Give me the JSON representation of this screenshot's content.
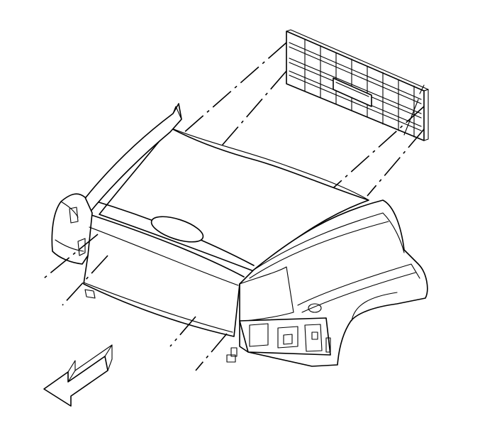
{
  "figure": {
    "subject": "front-end-sheet-metal-with-grille-exploded-view",
    "stroke_color": "#000000",
    "background_color": "#ffffff"
  },
  "parts": [
    {
      "id": "grille",
      "icon": "grille-panel"
    },
    {
      "id": "hood",
      "icon": "hood-panel"
    },
    {
      "id": "fender-left",
      "icon": "fender"
    },
    {
      "id": "fender-right",
      "icon": "fender"
    },
    {
      "id": "headlamp-opening",
      "icon": "headlamp-housing"
    },
    {
      "id": "front-direction-arrow",
      "icon": "arrow-icon"
    }
  ]
}
